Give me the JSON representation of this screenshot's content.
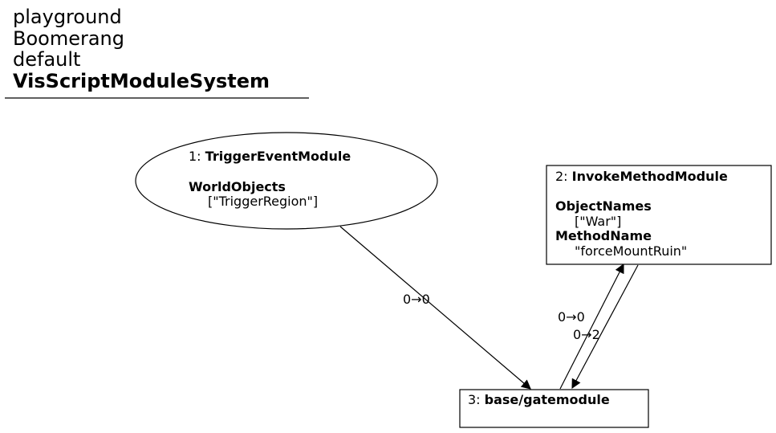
{
  "header": {
    "line1": "playground",
    "line2": "Boomerang",
    "line3": "default",
    "line4": "VisScriptModuleSystem"
  },
  "nodes": {
    "n1": {
      "index": "1: ",
      "title": "TriggerEventModule",
      "param1_name": "WorldObjects",
      "param1_value": "[\"TriggerRegion\"]"
    },
    "n2": {
      "index": "2: ",
      "title": "InvokeMethodModule",
      "param1_name": "ObjectNames",
      "param1_value": "[\"War\"]",
      "param2_name": "MethodName",
      "param2_value": "\"forceMountRuin\""
    },
    "n3": {
      "index": "3: ",
      "title": "base/gatemodule"
    }
  },
  "edges": {
    "e1": "0→0",
    "e2": "0→0",
    "e3": "0→2"
  }
}
